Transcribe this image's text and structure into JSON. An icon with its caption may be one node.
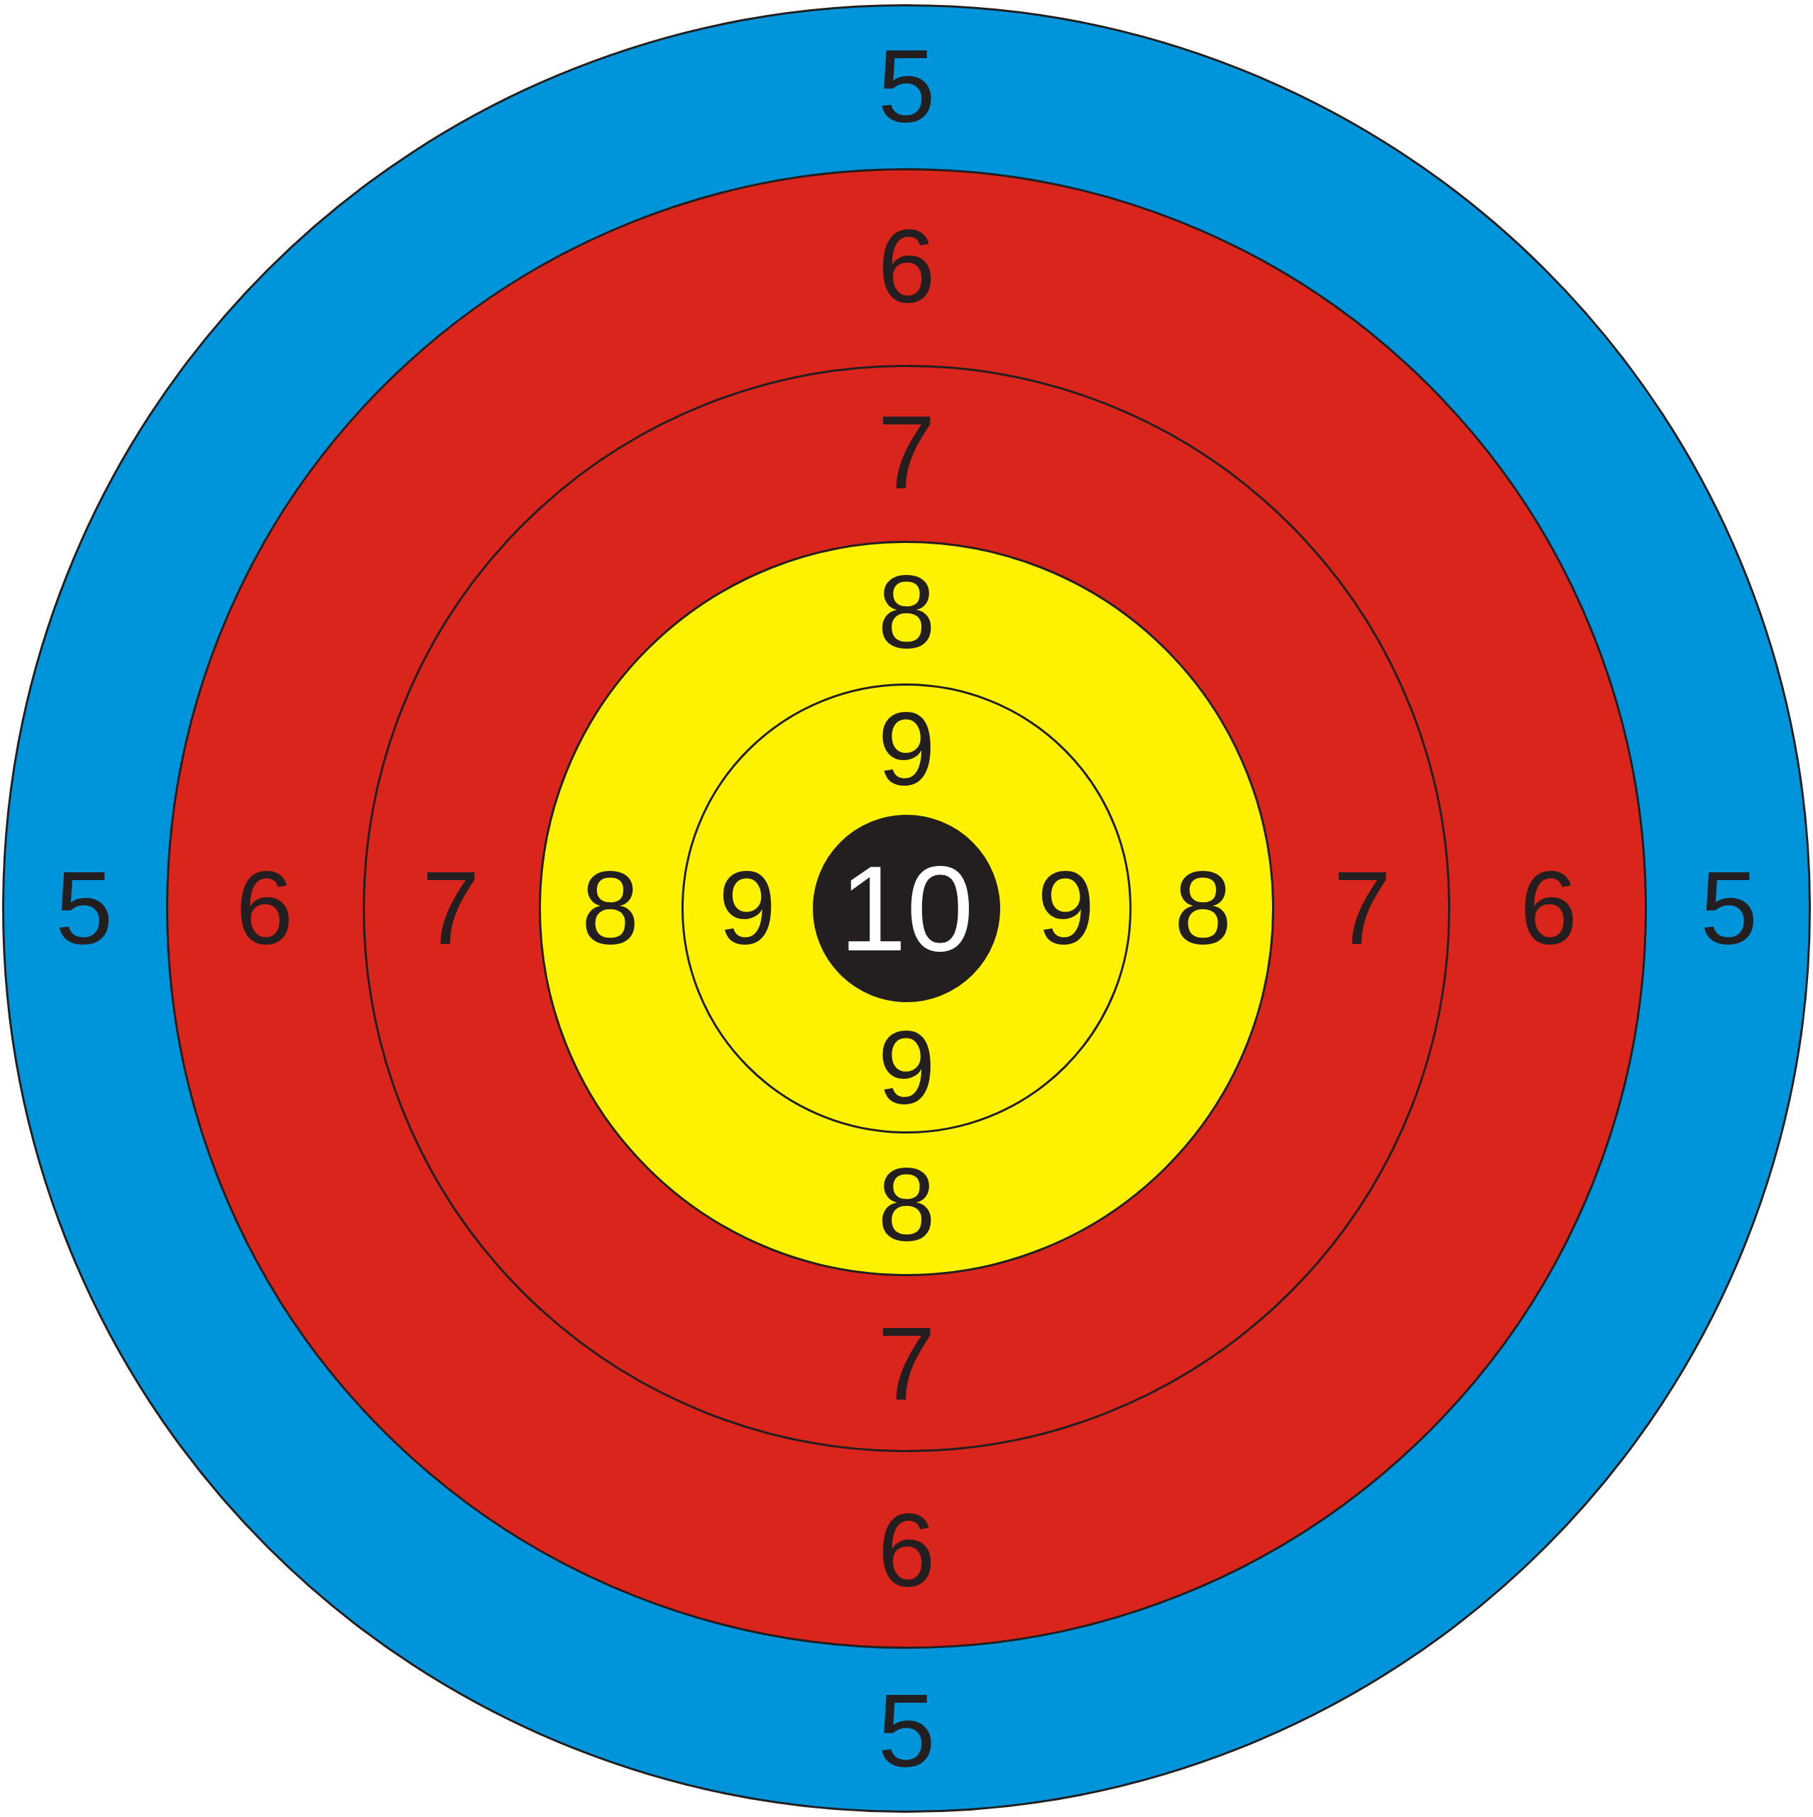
{
  "diagram": {
    "nodes": [
      {
        "text": [
          "5",
          "5",
          "5",
          "5"
        ]
      },
      {
        "text": [
          "6",
          "6",
          "6",
          "6"
        ],
        "in": 0
      },
      {
        "text": [
          "7",
          "7",
          "7",
          "7"
        ],
        "in": 1
      },
      {
        "text": [
          "8",
          "8",
          "8",
          "8"
        ],
        "in": 2
      },
      {
        "text": [
          "9",
          "9",
          "9",
          "9"
        ],
        "in": 3
      },
      {
        "text": [
          "10"
        ],
        "in": 4
      }
    ]
  }
}
